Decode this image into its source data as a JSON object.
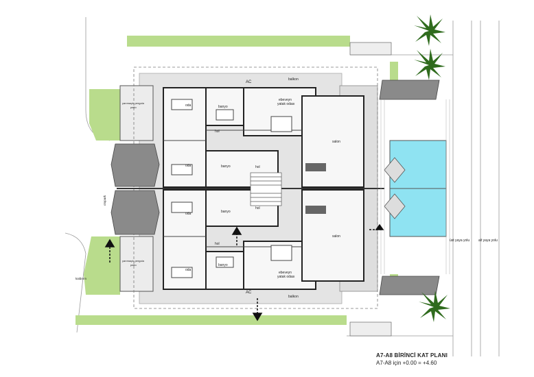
{
  "plan": {
    "title": "A7-A8 BİRİNCİ KAT PLANI",
    "subtitle": "A7-A8 için +0.00 = +4.60"
  },
  "labels": {
    "balkon": "balkon",
    "ac": "AC",
    "oda": "oda",
    "banyo": "banyo",
    "ebeveyn": "ebeveyn",
    "yatak_odasi": "yatak odası",
    "hol": "hol",
    "salon": "salon",
    "yarimacik_1": "yarımaçık pergola",
    "yarimacik_2": "patio",
    "otopark": "otopark",
    "kaldirim": "kaldırım",
    "ust_yaya_yolu": "üst yaya yolu",
    "alt_yaya_yolu": "alt yaya yolu"
  },
  "colors": {
    "grass": "#b9dc8c",
    "pool": "#8fe3f2",
    "roof": "#8a8a8a",
    "floor": "#efefef",
    "paving": "#dcdcdc",
    "wall": "#222222",
    "palm": "#2f6b1d",
    "arrow": "#111111"
  },
  "icons": [
    "palm-tree-icon",
    "entrance-arrow-icon",
    "north-arrow-icon"
  ]
}
